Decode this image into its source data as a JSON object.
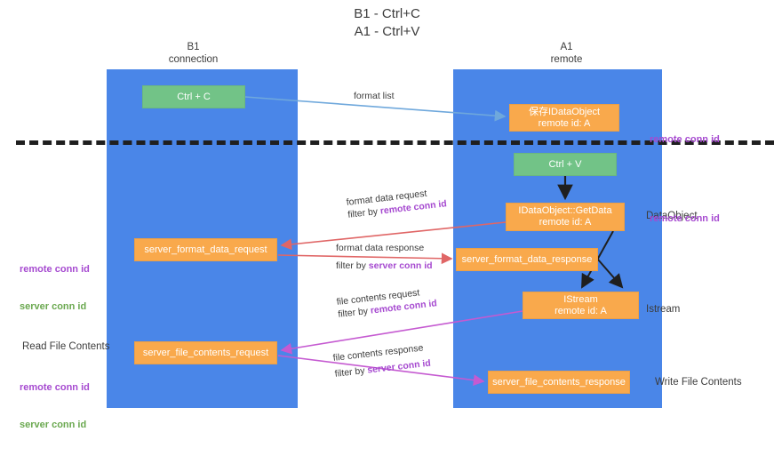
{
  "title": "B1 - Ctrl+C\nA1 - Ctrl+V",
  "columns": {
    "left": {
      "header": "B1\nconnection"
    },
    "right": {
      "header": "A1\nremote"
    }
  },
  "nodes": {
    "ctrl_c": {
      "label": "Ctrl + C",
      "color": "#72c387"
    },
    "idataobject": {
      "label": "保存IDataObject\nremote id: A",
      "color": "#f9a94c"
    },
    "ctrl_v": {
      "label": "Ctrl + V",
      "color": "#72c387"
    },
    "getdata": {
      "label": "IDataObject::GetData\nremote id: A",
      "color": "#f9a94c"
    },
    "server_format_data_request": {
      "label": "server_format_data_request",
      "color": "#f9a94c"
    },
    "server_format_data_response": {
      "label": "server_format_data_response",
      "color": "#f9a94c"
    },
    "istream": {
      "label": "IStream\nremote id: A",
      "color": "#f9a94c"
    },
    "server_file_contents_request": {
      "label": "server_file_contents_request",
      "color": "#f9a94c"
    },
    "server_file_contents_response": {
      "label": "server_file_contents_response",
      "color": "#f9a94c"
    }
  },
  "edges": {
    "format_list": {
      "label": "format list",
      "color": "#6fa8dc"
    },
    "format_data_request": {
      "line1": "format data request",
      "filter_prefix": "filter by ",
      "filter_key": "remote conn id",
      "color": "#e06666"
    },
    "format_data_response": {
      "line1": "format data response",
      "filter_prefix": "filter by ",
      "filter_key": "server conn id",
      "color": "#e06666"
    },
    "file_contents_request": {
      "line1": "file contents request",
      "filter_prefix": "filter by ",
      "filter_key": "remote conn id",
      "color": "#c55ad1"
    },
    "file_contents_response": {
      "line1": "file contents response",
      "filter_prefix": "filter by ",
      "filter_key": "server conn id",
      "color": "#c55ad1"
    }
  },
  "side_labels": {
    "dataobject": "DataObject",
    "istream": "Istream",
    "write_file_contents": "Write File Contents",
    "read_file_contents": "Read File Contents"
  },
  "conn_ids": {
    "remote": "remote conn id",
    "server": "server conn id"
  },
  "colors": {
    "lane": "#4a86e8",
    "node_green": "#72c387",
    "node_orange": "#f9a94c",
    "purple": "#a64ad0",
    "green_text": "#6aa84f",
    "dashed": "#1f1f1f",
    "background": "#ffffff"
  }
}
